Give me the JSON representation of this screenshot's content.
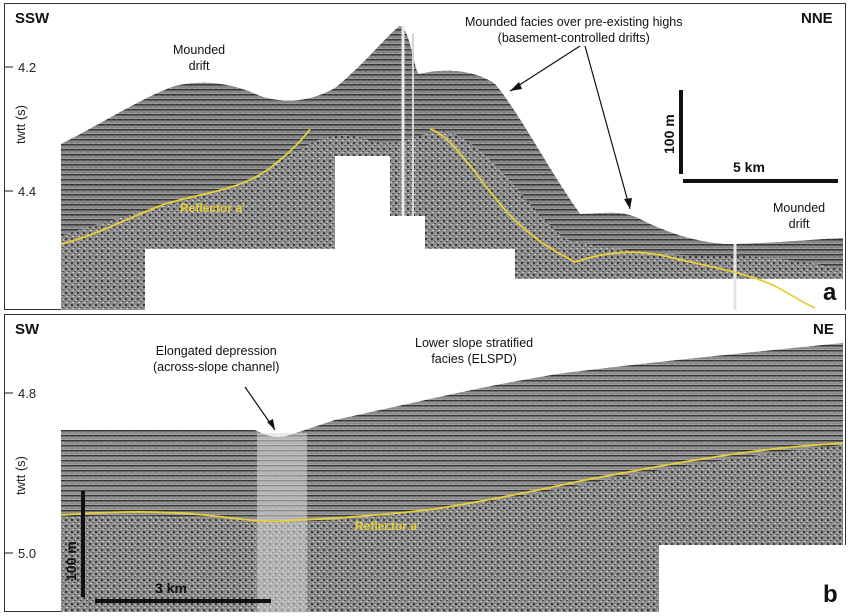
{
  "panel_a": {
    "label": "a",
    "direction_left": "SSW",
    "direction_right": "NNE",
    "y_axis_title": "twtt (s)",
    "y_ticks": [
      "4.2",
      "4.4"
    ],
    "annotations": {
      "mounded_drift_left": [
        "Mounded",
        "drift"
      ],
      "mounded_facies": [
        "Mounded facies over pre-existing highs",
        "(basement-controlled drifts)"
      ],
      "mounded_drift_right": [
        "Mounded",
        "drift"
      ]
    },
    "reflector_label": "Reflector a'",
    "scale_vertical": "100 m",
    "scale_horizontal": "5 km"
  },
  "panel_b": {
    "label": "b",
    "direction_left": "SW",
    "direction_right": "NE",
    "y_axis_title": "twtt (s)",
    "y_ticks": [
      "4.8",
      "5.0"
    ],
    "annotations": {
      "elongated_depression": [
        "Elongated depression",
        "(across-slope channel)"
      ],
      "lower_slope": [
        "Lower slope stratified",
        "facies (ELSPD)"
      ]
    },
    "reflector_label": "Reflector a'",
    "scale_vertical": "100 m",
    "scale_horizontal": "3 km"
  },
  "colors": {
    "reflector": "#e6cf3c",
    "seismic_dark": "#2a2a2a",
    "seismic_light": "#bdbdbd"
  }
}
